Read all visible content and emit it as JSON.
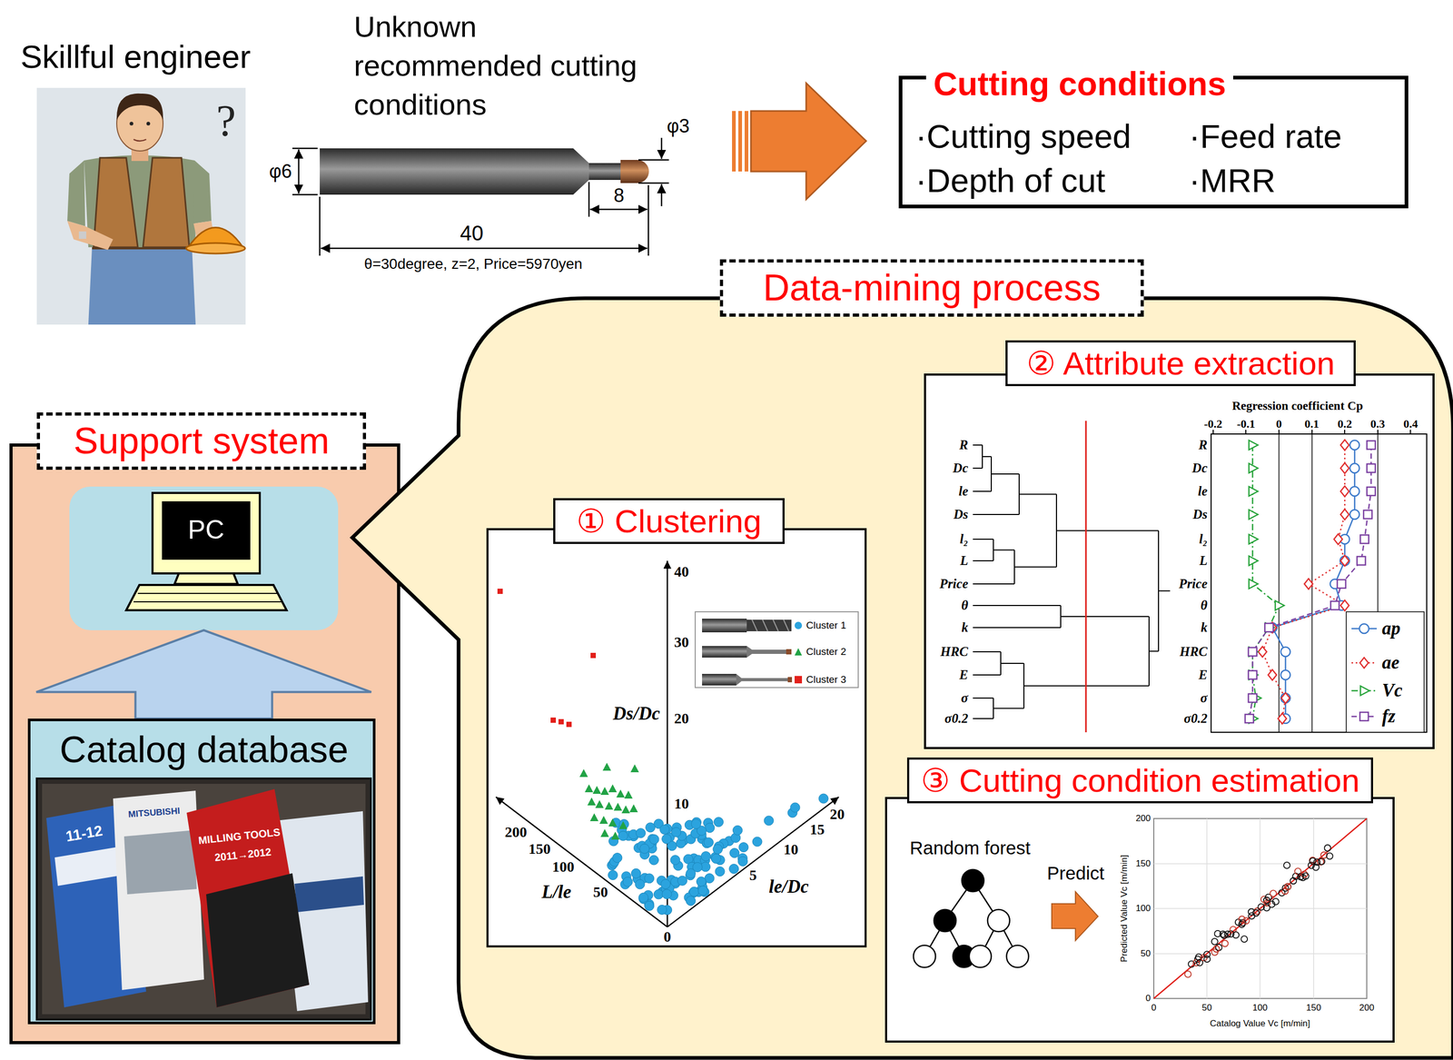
{
  "diagram": {
    "nodes": [
      {
        "text": [
          "Cutting conditions",
          "·Cutting speed",
          "·Feed rate",
          "·Depth of cut",
          "·MRR"
        ]
      },
      {
        "text": [
          "Data-mining process"
        ]
      },
      {
        "text": [
          "① Clustering"
        ],
        "in": 1
      },
      {
        "text": [
          "② Attribute extraction"
        ],
        "in": 1
      },
      {
        "text": [
          "③ Cutting condition estimation"
        ],
        "in": 1
      },
      {
        "text": [
          "Support system"
        ]
      },
      {
        "text": [
          "PC"
        ],
        "in": 5
      },
      {
        "text": [
          "Catalog database"
        ],
        "in": 5
      }
    ],
    "edges": [
      {
        "from": 7,
        "to": 6,
        "arrow": "to"
      }
    ],
    "labels": [
      "Skillful engineer",
      "?",
      "Unknown recommended cutting conditions",
      "φ6",
      "φ3",
      "8",
      "40",
      "θ=30degree, z=2, Price=5970yen",
      "40",
      "30",
      "20",
      "10",
      "0",
      "Ds/Dc",
      "200",
      "150",
      "100",
      "50",
      "L/le",
      "5",
      "10",
      "15",
      "20",
      "le/Dc",
      "R",
      "Dc",
      "le",
      "Ds",
      "l₂",
      "L",
      "Price",
      "θ",
      "k",
      "HRC",
      "E",
      "σ",
      "σ0.2",
      "R",
      "Dc",
      "le",
      "Ds",
      "l₂",
      "L",
      "Price",
      "θ",
      "k",
      "HRC",
      "E",
      "σ",
      "σ0.2",
      "Regression coefficient Cp",
      "-0.2",
      "-0.1",
      "0",
      "0.1",
      "0.2",
      "0.3",
      "0.4",
      "Random forest",
      "Predict",
      "200",
      "150",
      "100",
      "50",
      "0",
      "0",
      "50",
      "100",
      "150",
      "200",
      "Predicted Value Vc [m/min]",
      "Catalog Value Vc [m/min]",
      "11-12",
      "MITSUBISHI",
      "MILLING TOOLS",
      "2011→2012"
    ],
    "legend": [
      {
        "text": "Cluster 1",
        "color": "#2ba3de"
      },
      {
        "text": "Cluster 2",
        "color": "#22a346"
      },
      {
        "text": "Cluster 3",
        "color": "#e3201b"
      },
      {
        "text": "ap"
      },
      {
        "text": "ae"
      },
      {
        "text": "Vc"
      },
      {
        "text": "fz"
      }
    ]
  }
}
